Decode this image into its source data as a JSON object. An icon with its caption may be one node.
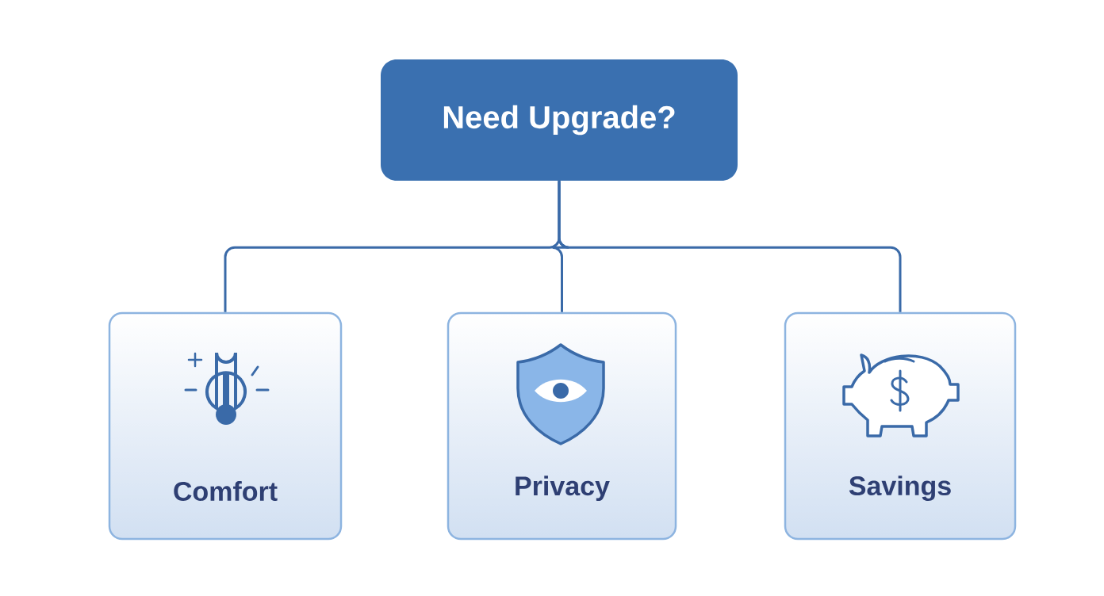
{
  "diagram": {
    "nodes": [
      {
        "text": [
          "Need Upgrade?"
        ]
      },
      {
        "text": [
          "Comfort"
        ]
      },
      {
        "text": [
          "Privacy"
        ]
      },
      {
        "text": [
          "Savings"
        ]
      }
    ],
    "edges": [
      {
        "from": 0,
        "to": 1,
        "arrow": "none"
      },
      {
        "from": 0,
        "to": 2,
        "arrow": "none"
      },
      {
        "from": 0,
        "to": 3,
        "arrow": "none"
      }
    ]
  }
}
